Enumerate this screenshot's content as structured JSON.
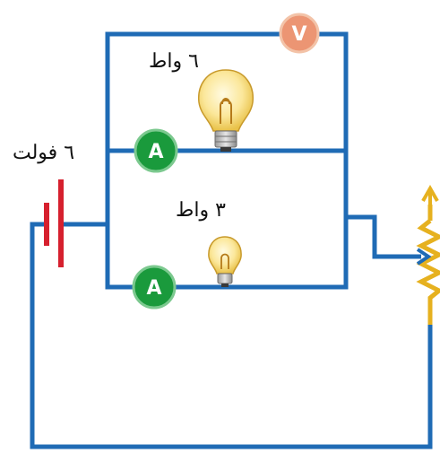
{
  "battery": {
    "label": "٦ فولت"
  },
  "bulbs": {
    "top": {
      "label": "٦ واط"
    },
    "bottom": {
      "label": "٣ واط"
    }
  },
  "meters": {
    "voltmeter": {
      "symbol": "V"
    },
    "ammeter_top": {
      "symbol": "A"
    },
    "ammeter_bottom": {
      "symbol": "A"
    }
  },
  "colors": {
    "wire": "#1f6bb5",
    "battery": "#d6202e",
    "ammeter": "#1a9a3c",
    "voltmeter": "#e8906a",
    "rheostat": "#e6b11f",
    "bulb_glass": "#fbe79a"
  }
}
